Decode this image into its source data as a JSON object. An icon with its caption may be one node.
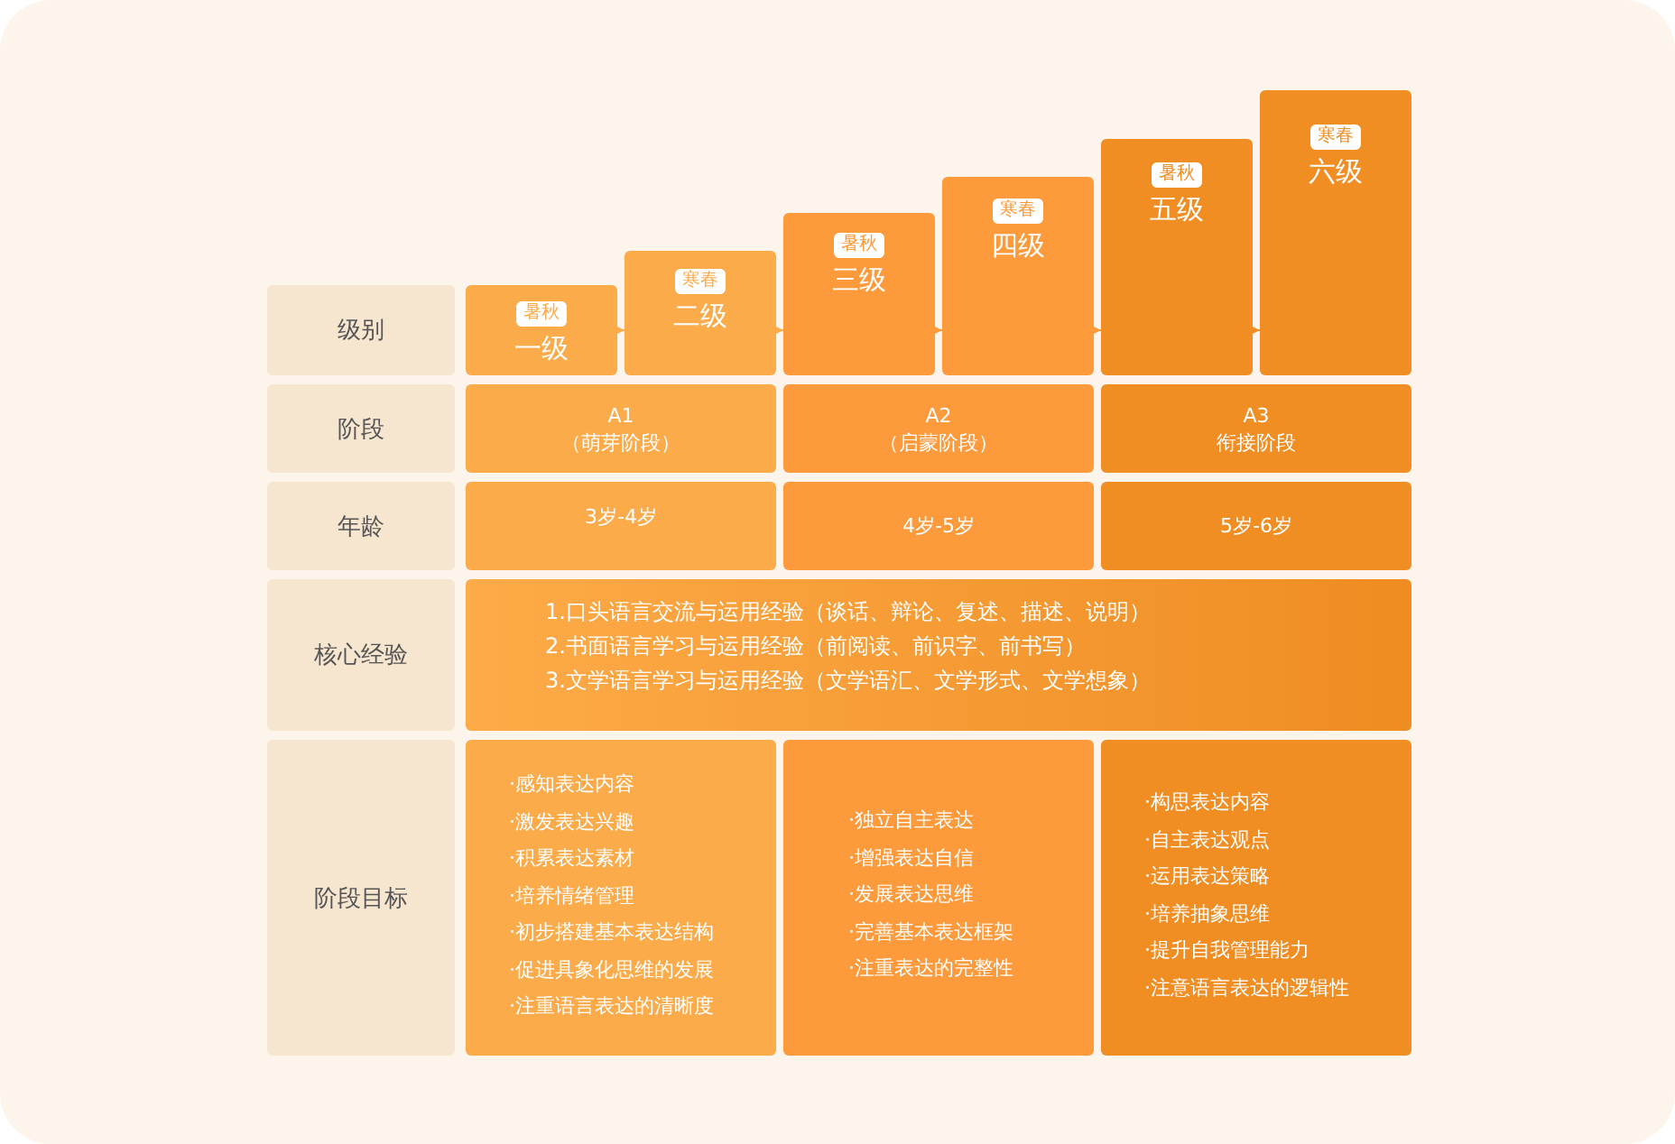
{
  "diagram": {
    "nodes": [
      {
        "text": [
          "级别"
        ]
      },
      {
        "text": [
          "暑秋",
          "一级"
        ]
      },
      {
        "text": [
          "寒春",
          "二级"
        ]
      },
      {
        "text": [
          "暑秋",
          "三级"
        ]
      },
      {
        "text": [
          "寒春",
          "四级"
        ]
      },
      {
        "text": [
          "暑秋",
          "五级"
        ]
      },
      {
        "text": [
          "寒春",
          "六级"
        ]
      },
      {
        "text": [
          "阶段"
        ]
      },
      {
        "text": [
          "A1",
          "（萌芽阶段）"
        ]
      },
      {
        "text": [
          "A2",
          "（启蒙阶段）"
        ]
      },
      {
        "text": [
          "A3",
          "衔接阶段"
        ]
      },
      {
        "text": [
          "年龄"
        ]
      },
      {
        "text": [
          "3岁-4岁"
        ]
      },
      {
        "text": [
          "4岁-5岁"
        ]
      },
      {
        "text": [
          "5岁-6岁"
        ]
      },
      {
        "text": [
          "核心经验"
        ]
      },
      {
        "text": [
          "1.口头语言交流与运用经验（谈话、辩论、复述、描述、说明）",
          "2.书面语言学习与运用经验（前阅读、前识字、前书写）",
          "3.文学语言学习与运用经验（文学语汇、文学形式、文学想象）"
        ]
      },
      {
        "text": [
          "阶段目标"
        ]
      },
      {
        "text": [
          "·感知表达内容",
          "·激发表达兴趣",
          "·积累表达素材",
          "·培养情绪管理",
          "·初步搭建基本表达结构",
          "·促进具象化思维的发展",
          "·注重语言表达的清晰度"
        ]
      },
      {
        "text": [
          "·独立自主表达",
          "·增强表达自信",
          "·发展表达思维",
          "·完善基本表达框架",
          "·注重表达的完整性"
        ]
      },
      {
        "text": [
          "·构思表达内容",
          "·自主表达观点",
          "·运用表达策略",
          "·培养抽象思维",
          "·提升自我管理能力",
          "·注意语言表达的逻辑性"
        ]
      }
    ],
    "edges": [
      {
        "from": 1,
        "to": 2,
        "arrow": "to"
      },
      {
        "from": 2,
        "to": 3,
        "arrow": "to"
      },
      {
        "from": 3,
        "to": 4,
        "arrow": "to"
      },
      {
        "from": 4,
        "to": 5,
        "arrow": "to"
      },
      {
        "from": 5,
        "to": 6,
        "arrow": "to"
      }
    ]
  }
}
